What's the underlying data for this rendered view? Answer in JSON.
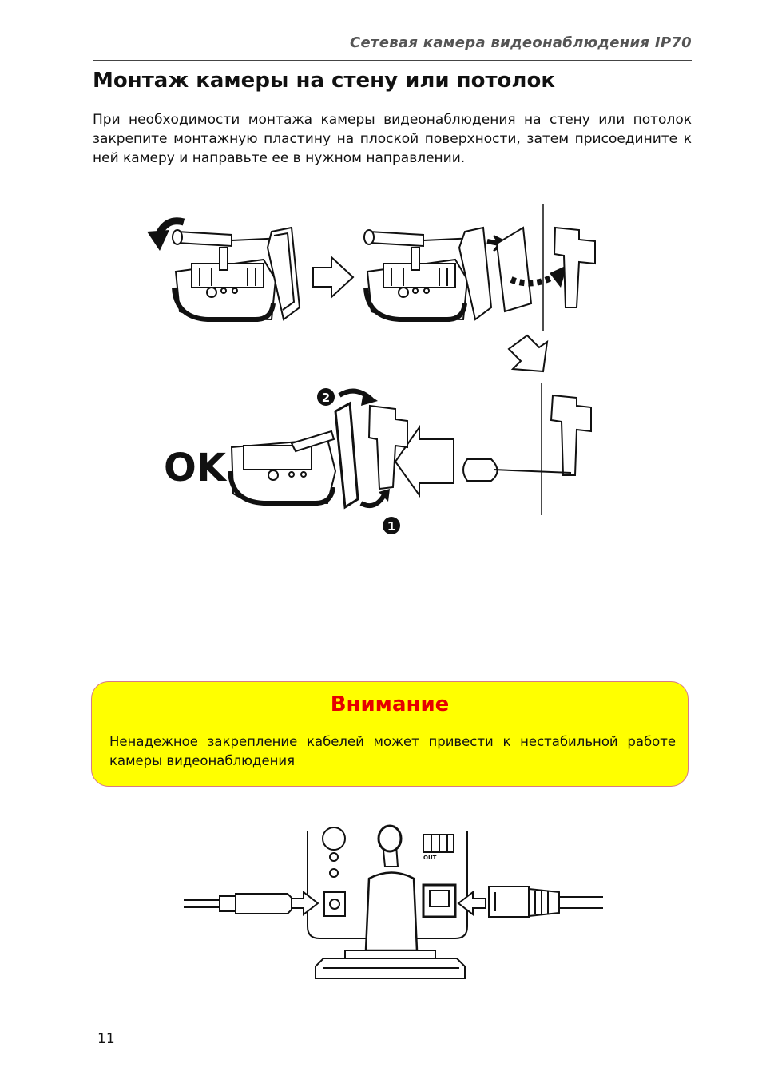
{
  "header": {
    "doc_title": "Сетевая камера видеонаблюдения IP70"
  },
  "section": {
    "heading": "Монтаж камеры на стену или потолок",
    "intro_text": "При необходимости монтажа камеры видеонаблюдения на стену или потолок закрепите монтажную пластину на плоской поверхности, затем присо­едините к ней камеру и направьте ее в нужном направлении."
  },
  "mount_figure": {
    "ok_label": "OK",
    "step_one": "1",
    "step_two": "2",
    "io_label": "OUT"
  },
  "warning": {
    "title": "Внимание",
    "text": "Ненадежное закрепление  кабелей может привести к нестабильной работе камеры видеонаблюдения"
  },
  "footer": {
    "page_number": "11"
  }
}
